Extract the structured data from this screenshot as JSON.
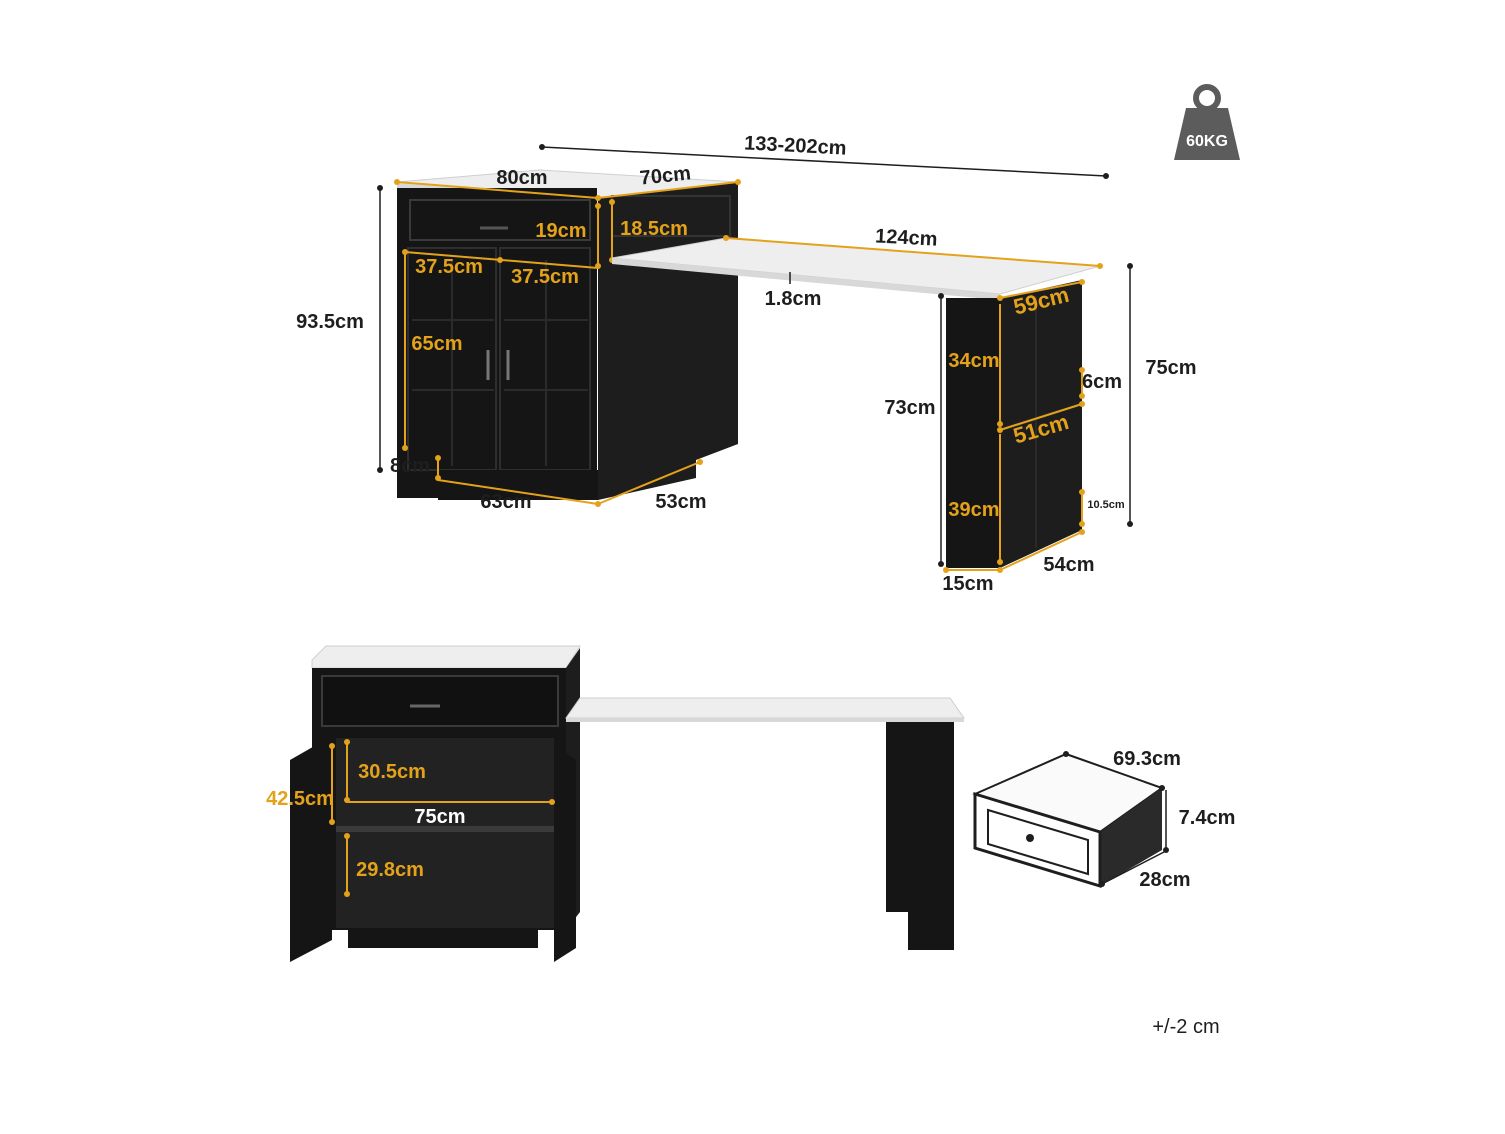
{
  "weight": {
    "label": "60KG",
    "icon": "weight-icon"
  },
  "dimensions": {
    "total_length": "133-202cm",
    "cabinet_width": "80cm",
    "cabinet_depth": "70cm",
    "drawer_height": "19cm",
    "top_overhang": "18.5cm",
    "door_width_left": "37.5cm",
    "door_width_right": "37.5cm",
    "door_height": "65cm",
    "cabinet_height": "93.5cm",
    "base_height": "8cm",
    "base_width": "63cm",
    "base_depth": "53cm",
    "desk_length": "124cm",
    "desk_thickness": "1.8cm",
    "leg_depth_top": "59cm",
    "leg_upper_shelf": "34cm",
    "shelf_gap": "6cm",
    "leg_middle": "51cm",
    "leg_height": "73cm",
    "desk_height": "75cm",
    "leg_lower_shelf": "39cm",
    "leg_bottom_gap": "10.5cm",
    "leg_width": "15cm",
    "leg_base_depth": "54cm",
    "inner_upper_height": "30.5cm",
    "inner_total_height": "42.5cm",
    "inner_width": "75cm",
    "inner_lower_height": "29.8cm",
    "drawer_width": "69.3cm",
    "drawer_depth_h": "7.4cm",
    "drawer_depth": "28cm"
  },
  "tolerance": "+/-2 cm",
  "colors": {
    "accent": "#e3a21a",
    "cabinet": "#151515",
    "text": "#1e1e1e",
    "marble": "#eeeeee"
  }
}
